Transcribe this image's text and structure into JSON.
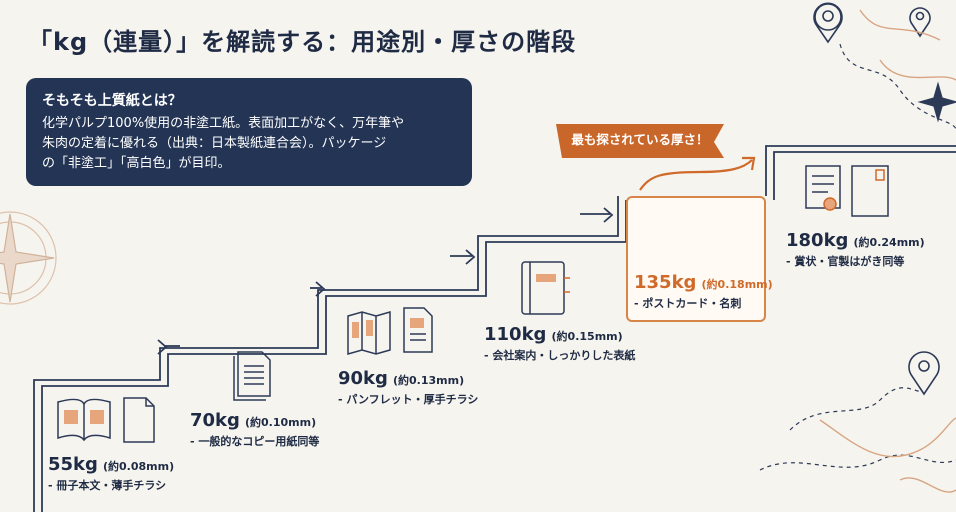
{
  "title": "「kg（連量）」を解読する：用途別・厚さの階段",
  "info": {
    "heading": "そもそも上質紙とは？",
    "lines": [
      "化学パルプ100%使用の非塗工紙。表面加工がなく、万年筆や",
      "朱肉の定着に優れる（出典：日本製紙連合会）。パッケージ",
      "の「非塗工」「高白色」が目印。"
    ]
  },
  "badge": "最も探されている厚さ！",
  "steps": [
    {
      "weight": "55kg",
      "thickness": "(約0.08mm)",
      "use": "- 冊子本文・薄手チラシ"
    },
    {
      "weight": "70kg",
      "thickness": "(約0.10mm)",
      "use": "- 一般的なコピー用紙同等"
    },
    {
      "weight": "90kg",
      "thickness": "(約0.13mm)",
      "use": "- パンフレット・厚手チラシ"
    },
    {
      "weight": "110kg",
      "thickness": "(約0.15mm)",
      "use": "- 会社案内・しっかりした表紙"
    },
    {
      "weight": "135kg",
      "thickness": "(約0.18mm)",
      "use": "- ポストカード・名刺"
    },
    {
      "weight": "180kg",
      "thickness": "(約0.24mm)",
      "use": "- 賞状・官製はがき同等"
    }
  ],
  "colors": {
    "navy": "#233455",
    "accent": "#d06a2a",
    "background": "#f6f4ef"
  }
}
